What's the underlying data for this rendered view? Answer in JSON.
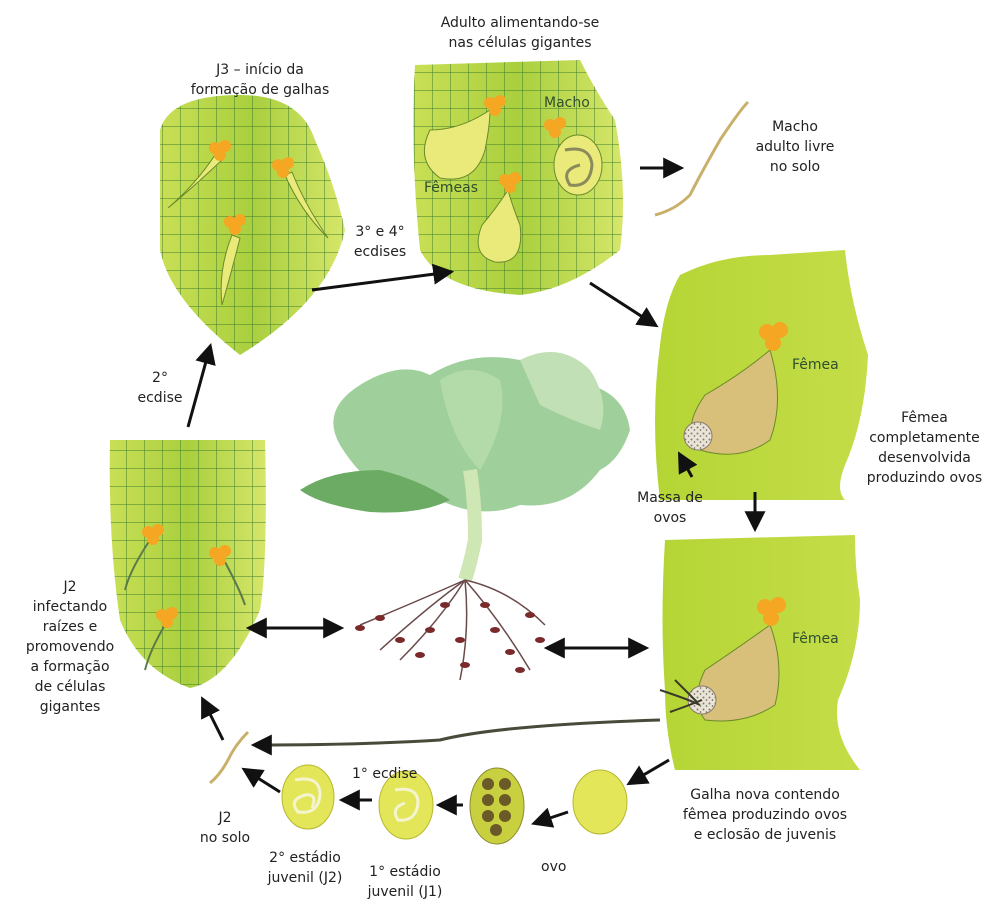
{
  "colors": {
    "root_light": "#cfe05a",
    "root_green": "#a8d040",
    "gall_green": "#b8d83a",
    "grid_line": "#3a7a2a",
    "female_body": "#d8c07a",
    "nematode_yellow": "#e9ea7a",
    "egg_yellow": "#dce23c",
    "egg_mass_orange": "#f5a623",
    "arrow": "#111111",
    "plant_leaf": "#8fc48c",
    "root_knot": "#7a2a2a"
  },
  "labels": {
    "j3_title_1": "J3 – início da",
    "j3_title_2": "formação de galhas",
    "adult_title_1": "Adulto alimentando-se",
    "adult_title_2": "nas células gigantes",
    "macho_label": "Macho",
    "femeas_label": "Fêmeas",
    "free_male_1": "Macho",
    "free_male_2": "adulto livre",
    "free_male_3": "no solo",
    "ecdises_34_1": "3° e 4°",
    "ecdises_34_2": "ecdises",
    "ecdise_2_1": "2°",
    "ecdise_2_2": "ecdise",
    "femea_label_1": "Fêmea",
    "female_dev_1": "Fêmea",
    "female_dev_2": "completamente",
    "female_dev_3": "desenvolvida",
    "female_dev_4": "produzindo ovos",
    "egg_mass_1": "Massa de",
    "egg_mass_2": "ovos",
    "femea_label_2": "Fêmea",
    "j2_infect_1": "J2",
    "j2_infect_2": "infectando",
    "j2_infect_3": "raízes e",
    "j2_infect_4": "promovendo",
    "j2_infect_5": "a formação",
    "j2_infect_6": "de células",
    "j2_infect_7": "gigantes",
    "new_gall_1": "Galha nova contendo",
    "new_gall_2": "fêmea produzindo ovos",
    "new_gall_3": "e eclosão de juvenis",
    "ecdise_1": "1° ecdise",
    "j2_soil_1": "J2",
    "j2_soil_2": "no solo",
    "stage_2_1": "2° estádio",
    "stage_2_2": "juvenil (J2)",
    "stage_1_1": "1° estádio",
    "stage_1_2": "juvenil (J1)",
    "ovo": "ovo"
  }
}
